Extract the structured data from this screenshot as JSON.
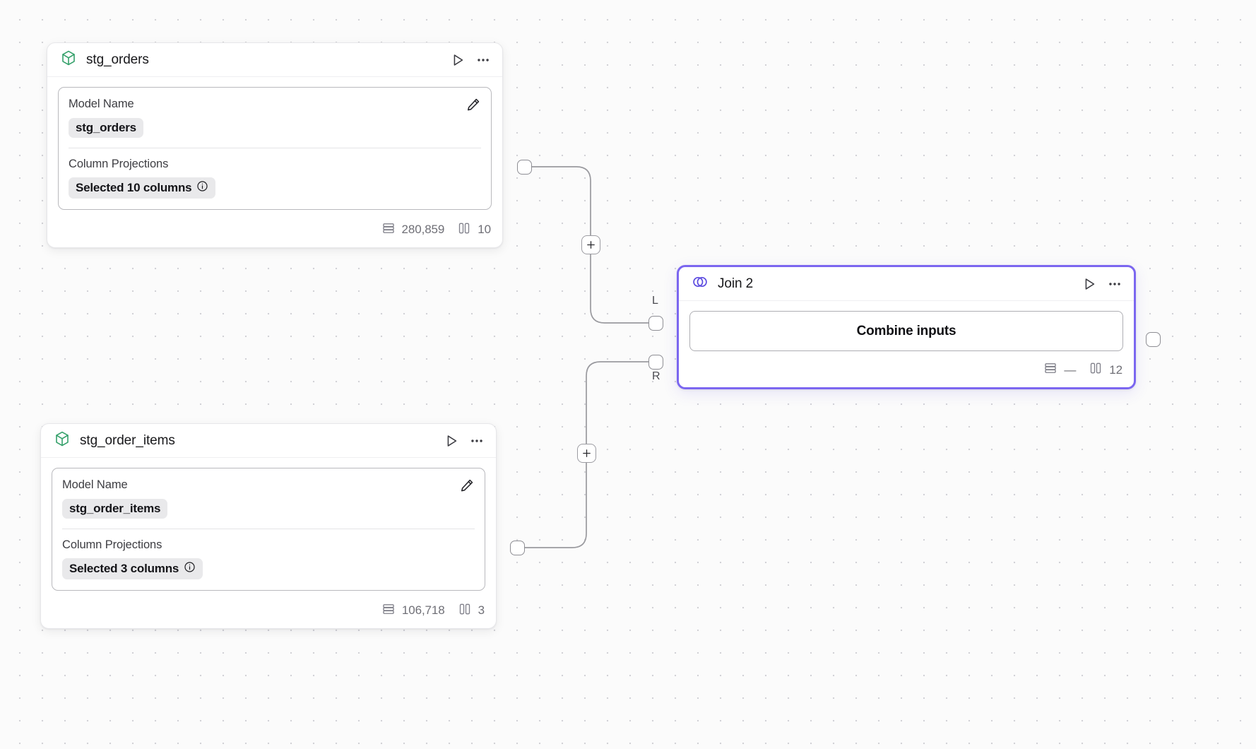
{
  "canvas": {
    "background_color": "#fbfbfb",
    "grid_dot_color": "#d2d2d6",
    "accent_color": "#7b66f0",
    "model_icon_color": "#34a06a"
  },
  "nodes": [
    {
      "id": "stg_orders",
      "icon": "cube-icon",
      "title": "stg_orders",
      "fields": {
        "model_name_label": "Model Name",
        "model_name_value": "stg_orders",
        "column_projections_label": "Column Projections",
        "column_projections_value": "Selected 10 columns"
      },
      "footer": {
        "rows": "280,859",
        "columns": "10"
      }
    },
    {
      "id": "stg_order_items",
      "icon": "cube-icon",
      "title": "stg_order_items",
      "fields": {
        "model_name_label": "Model Name",
        "model_name_value": "stg_order_items",
        "column_projections_label": "Column Projections",
        "column_projections_value": "Selected 3 columns"
      },
      "footer": {
        "rows": "106,718",
        "columns": "3"
      }
    }
  ],
  "join_node": {
    "id": "join_2",
    "icon": "venn-join-icon",
    "title": "Join 2",
    "selected": true,
    "action_label": "Combine inputs",
    "input_ports": [
      {
        "label": "L"
      },
      {
        "label": "R"
      }
    ],
    "footer": {
      "rows": "—",
      "columns": "12"
    }
  },
  "edge_buttons": [
    {
      "label": "+"
    },
    {
      "label": "+"
    }
  ],
  "icons": {
    "play": "play-icon",
    "more": "more-options-icon",
    "edit": "pencil-edit-icon",
    "info": "info-icon",
    "rows": "rows-count-icon",
    "columns": "columns-count-icon"
  }
}
